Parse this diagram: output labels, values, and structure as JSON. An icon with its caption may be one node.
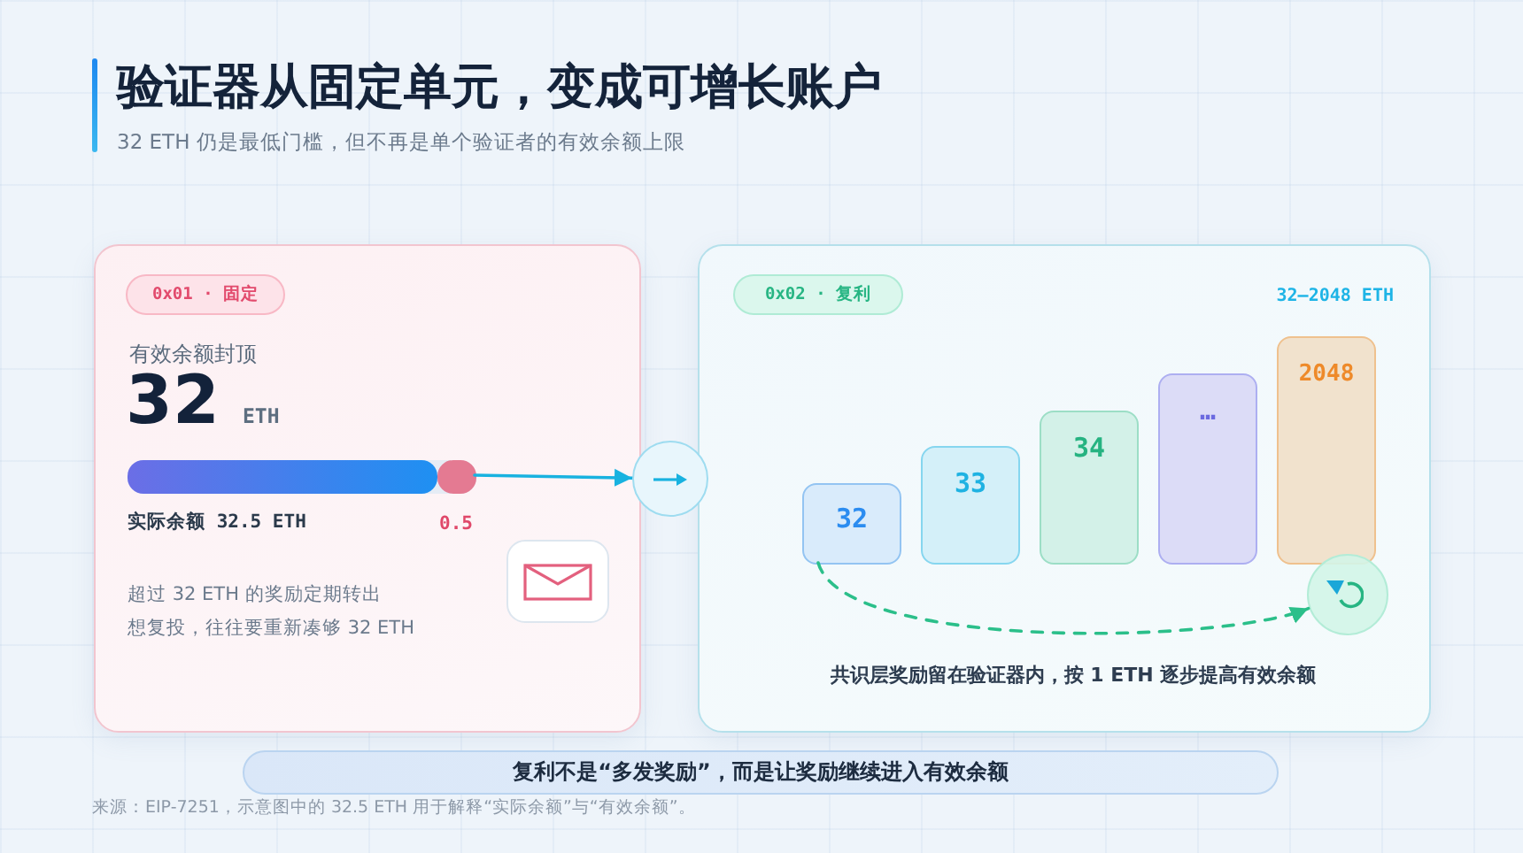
{
  "diagram": {
    "title": "验证器从固定单元，变成可增长账户",
    "caption": "来源：EIP-7251，示意图中的 32.5 ETH 用于解释“实际余额”与“有效余额”。",
    "nodes": [
      {
        "text": [
          "有效余额封顶",
          "32",
          "ETH",
          "实际余额 32.5 ETH",
          "超过 32 ETH 的奖励定期转出",
          "想复投，往往要重新凑够 32 ETH"
        ]
      },
      {
        "text": [
          "0x01 · 固定"
        ],
        "in": 0
      },
      {
        "text": [],
        "shape": "bar",
        "in": 0,
        "beside": [
          "0.5"
        ]
      },
      {
        "text": [],
        "shape": "circle"
      },
      {
        "text": [
          "32–2048 ETH",
          "共识层奖励留在验证器内，按 1 ETH 逐步提高有效余额"
        ]
      },
      {
        "text": [
          "0x02 · 复利"
        ],
        "in": 4
      },
      {
        "text": [
          "32"
        ],
        "in": 4
      },
      {
        "text": [
          "33"
        ],
        "in": 4
      },
      {
        "text": [
          "34"
        ],
        "in": 4
      },
      {
        "text": [
          "…"
        ],
        "in": 4
      },
      {
        "text": [
          "2048"
        ],
        "in": 4
      },
      {
        "text": [],
        "shape": "circle",
        "in": 4
      },
      {
        "text": [
          "复利不是“多发奖励”，而是让奖励继续进入有效余额"
        ]
      }
    ],
    "edges": [
      {
        "from": 2,
        "to": 3,
        "arrow": "to"
      },
      {
        "from": 6,
        "to": 11,
        "arrow": "to",
        "style": "dashed",
        "color": "#2bbf8a"
      }
    ],
    "labels": [
      "32 ETH 仍是最低门槛，但不再是单个验证者的有效余额上限"
    ]
  }
}
